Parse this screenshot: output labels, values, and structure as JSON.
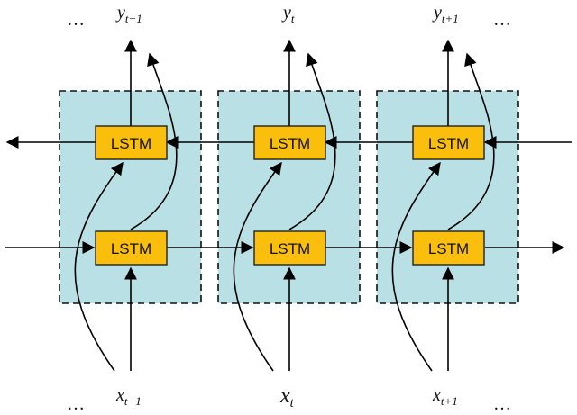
{
  "block_label": "LSTM",
  "ellipsis": "…",
  "colors": {
    "cell_background": "#b9e0e4",
    "lstm_fill": "#f9bf0c",
    "lstm_border": "#222222",
    "line": "#000000"
  },
  "steps": [
    {
      "y_main": "y",
      "y_sub": "t−1",
      "x_main": "x",
      "x_sub": "t−1"
    },
    {
      "y_main": "y",
      "y_sub": "t",
      "x_main": "x",
      "x_sub": "t"
    },
    {
      "y_main": "y",
      "y_sub": "t+1",
      "x_main": "x",
      "x_sub": "t+1"
    }
  ]
}
